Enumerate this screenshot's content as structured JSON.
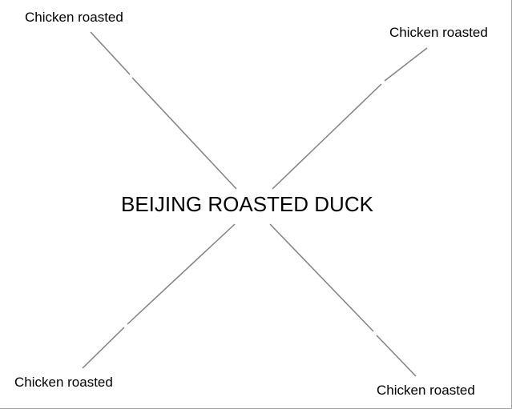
{
  "center_topic": "BEIJING ROASTED DUCK",
  "branches": [
    {
      "label": "Chicken roasted",
      "position": "top-left"
    },
    {
      "label": "Chicken roasted",
      "position": "top-right"
    },
    {
      "label": "Chicken roasted",
      "position": "bottom-left"
    },
    {
      "label": "Chicken roasted",
      "position": "bottom-right"
    }
  ],
  "colors": {
    "connector": "#808080",
    "text": "#000000"
  }
}
